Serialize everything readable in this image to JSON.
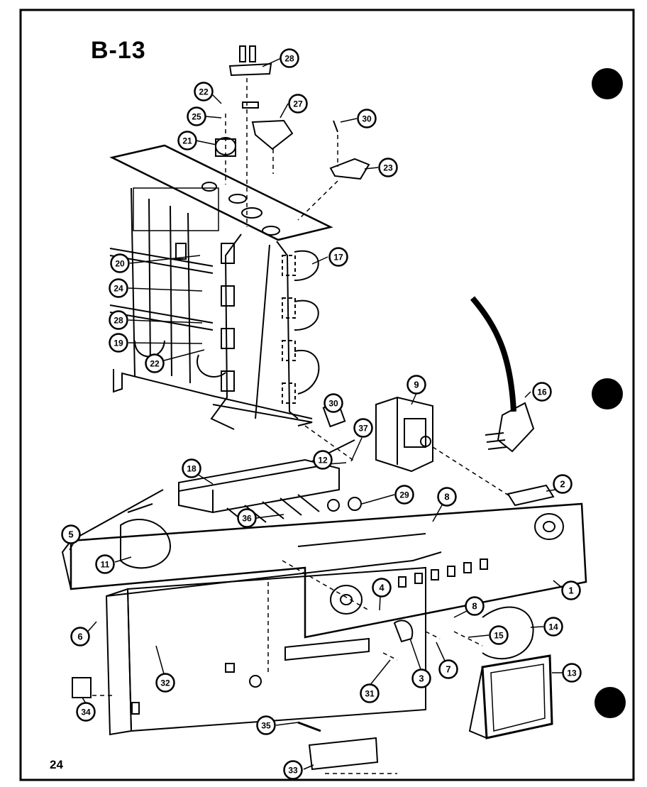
{
  "diagram": {
    "title": "B-13",
    "page_number": "24",
    "callouts": [
      {
        "id": "c28a",
        "label": "28"
      },
      {
        "id": "c27",
        "label": "27"
      },
      {
        "id": "c22a",
        "label": "22"
      },
      {
        "id": "c25",
        "label": "25"
      },
      {
        "id": "c21",
        "label": "21"
      },
      {
        "id": "c30a",
        "label": "30"
      },
      {
        "id": "c23",
        "label": "23"
      },
      {
        "id": "c17",
        "label": "17"
      },
      {
        "id": "c20",
        "label": "20"
      },
      {
        "id": "c24",
        "label": "24"
      },
      {
        "id": "c28b",
        "label": "28"
      },
      {
        "id": "c19",
        "label": "19"
      },
      {
        "id": "c22b",
        "label": "22"
      },
      {
        "id": "c16",
        "label": "16"
      },
      {
        "id": "c9",
        "label": "9"
      },
      {
        "id": "c30b",
        "label": "30"
      },
      {
        "id": "c37",
        "label": "37"
      },
      {
        "id": "c12",
        "label": "12"
      },
      {
        "id": "c18",
        "label": "18"
      },
      {
        "id": "c29",
        "label": "29"
      },
      {
        "id": "c2",
        "label": "2"
      },
      {
        "id": "c8a",
        "label": "8"
      },
      {
        "id": "c5",
        "label": "5"
      },
      {
        "id": "c36",
        "label": "36"
      },
      {
        "id": "c11",
        "label": "11"
      },
      {
        "id": "c4",
        "label": "4"
      },
      {
        "id": "c1",
        "label": "1"
      },
      {
        "id": "c6",
        "label": "6"
      },
      {
        "id": "c8b",
        "label": "8"
      },
      {
        "id": "c14",
        "label": "14"
      },
      {
        "id": "c15",
        "label": "15"
      },
      {
        "id": "c3",
        "label": "3"
      },
      {
        "id": "c7",
        "label": "7"
      },
      {
        "id": "c32",
        "label": "32"
      },
      {
        "id": "c31",
        "label": "31"
      },
      {
        "id": "c13",
        "label": "13"
      },
      {
        "id": "c34",
        "label": "34"
      },
      {
        "id": "c35",
        "label": "35"
      },
      {
        "id": "c33",
        "label": "33"
      }
    ]
  }
}
